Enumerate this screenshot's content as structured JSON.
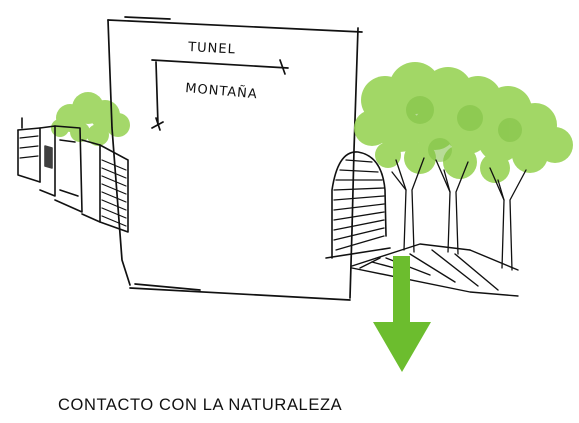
{
  "sketch": {
    "label_top": "TUNEL",
    "label_bottom": "MONTAÑA",
    "arrow_icon": "down-arrow-icon",
    "colors": {
      "ink": "#111111",
      "foliage": "#9bd45a",
      "foliage_dark": "#7fc043",
      "arrow": "#6cbd2e"
    }
  },
  "caption": {
    "text": "CONTACTO CON LA NATURALEZA"
  }
}
